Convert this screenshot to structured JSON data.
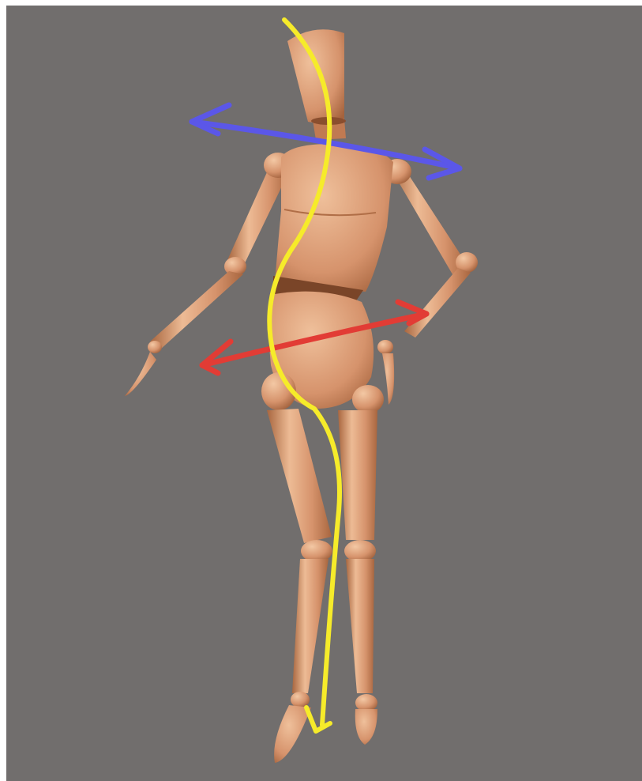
{
  "image": {
    "subject": "wooden-mannequin",
    "colors": {
      "background": "#716e6d",
      "skin": "#d6936c",
      "skin_light": "#edbb95",
      "skin_shadow": "#a8663f",
      "joint_dark": "#7a4528",
      "shoulder_arrow": "#5b57e8",
      "hip_arrow": "#e23c35",
      "spine_line": "#f6eb2a"
    },
    "annotations": [
      {
        "name": "shoulder-rotation-arrow",
        "color": "#5b57e8"
      },
      {
        "name": "hip-rotation-arrow",
        "color": "#e23c35"
      },
      {
        "name": "spine-line-of-action",
        "color": "#f6eb2a"
      }
    ]
  }
}
